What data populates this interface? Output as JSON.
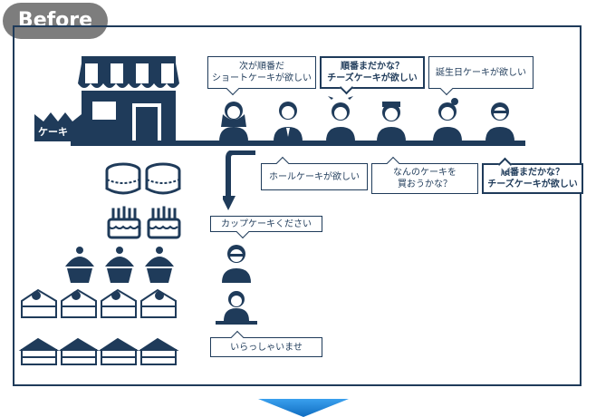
{
  "badge": "Before",
  "shop_label": "ケーキ",
  "bubbles": {
    "c1": "次が順番だ\nショートケーキが欲しい",
    "c2": "順番まだかな？\nチーズケーキが欲しい",
    "c3": "誕生日ケーキが欲しい",
    "c4": "ホールケーキが欲しい",
    "c5": "なんのケーキを\n買おうかな？",
    "c6": "順番まだかな？\nチーズケーキが欲しい",
    "buyer": "カップケーキください",
    "clerk": "いらっしゃいませ"
  },
  "colors": {
    "navy": "#1f3b5a",
    "badge": "#7d7d7d",
    "arrow": "#1e88d8"
  }
}
